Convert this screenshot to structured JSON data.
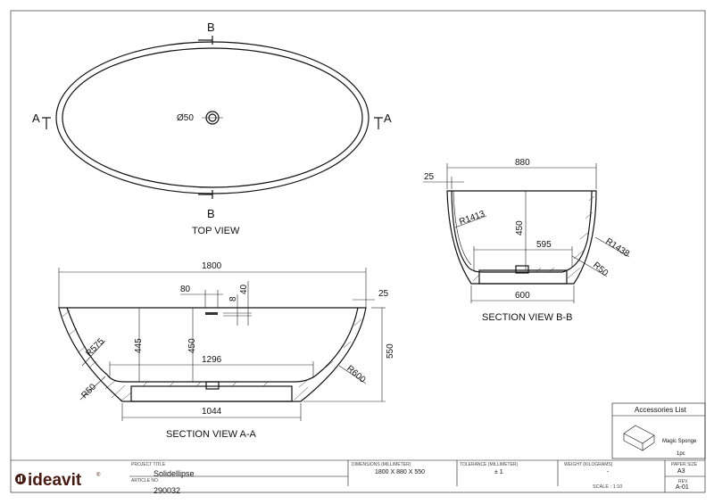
{
  "top_view": {
    "title": "TOP VIEW",
    "section_marker_a": "A",
    "section_marker_b": "B",
    "drain_label": "Ø50"
  },
  "section_a": {
    "title": "SECTION VIEW A-A",
    "dims": {
      "length": "1800",
      "drain_offset": "80",
      "slot": "8",
      "slot_depth": "40",
      "rim": "25",
      "depth_inner": "445",
      "depth_center": "450",
      "floor": "1296",
      "height": "550",
      "base": "1044",
      "r_side": "R575",
      "r_corner": "R50",
      "r_right": "R600"
    }
  },
  "section_b": {
    "title": "SECTION VIEW B-B",
    "dims": {
      "width": "880",
      "rim": "25",
      "depth": "450",
      "floor": "595",
      "base": "600",
      "r_left": "R1413",
      "r_right": "R1438",
      "r_corner": "R50"
    }
  },
  "accessories": {
    "title": "Accessories List",
    "item": "Magic Sponge",
    "qty": "1pc"
  },
  "title_block": {
    "logo": "ideavit",
    "project_title_label": "Project Title",
    "project_title": "Solidellipse",
    "article_label": "Article No.",
    "article": "290032",
    "dimensions_label": "Dimensions (Millimeter)",
    "dimensions": "1800 X 880 X 550",
    "tolerance_label": "Tolerance (Millimeter)",
    "tolerance": "± 1",
    "weight_label": "Weight (Kilograms)",
    "weight": "-",
    "scale": "SCALE : 1:10",
    "paper_label": "Paper Size",
    "paper": "A3",
    "rev_label": "Rev.",
    "rev": "A-01"
  }
}
